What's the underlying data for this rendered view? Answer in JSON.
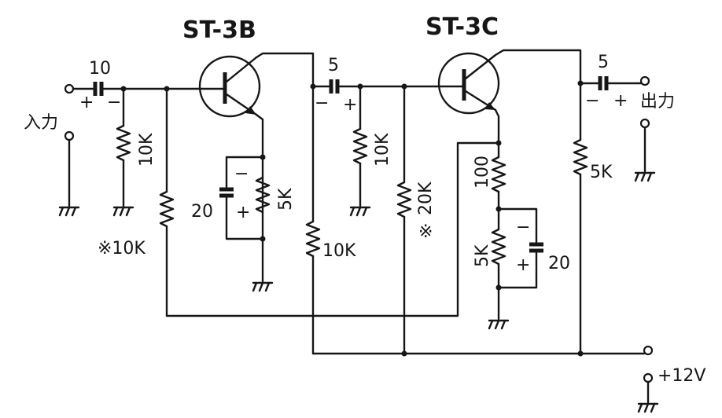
{
  "transistors": {
    "q1": "ST-3B",
    "q2": "ST-3C"
  },
  "terminals": {
    "input": "入力",
    "output": "出力",
    "supply": "+12V"
  },
  "capacitors": {
    "c_in": "10",
    "c_couple": "5",
    "c_out": "5",
    "c_emitter1": "20",
    "c_emitter2": "20"
  },
  "resistors": {
    "r_in_shunt": "10K",
    "r_bias1": "※10K",
    "r_emitter1": "5K",
    "r_collector1": "10K",
    "r_stage2_shunt": "10K",
    "r_bias2": "20K",
    "r_bias2_mark": "※",
    "r_emitter2a": "100",
    "r_emitter2b": "5K",
    "r_collector2": "5K"
  },
  "polarity": {
    "plus": "+",
    "minus": "−"
  },
  "colors": {
    "ink": "#161616",
    "paper": "#ffffff"
  }
}
